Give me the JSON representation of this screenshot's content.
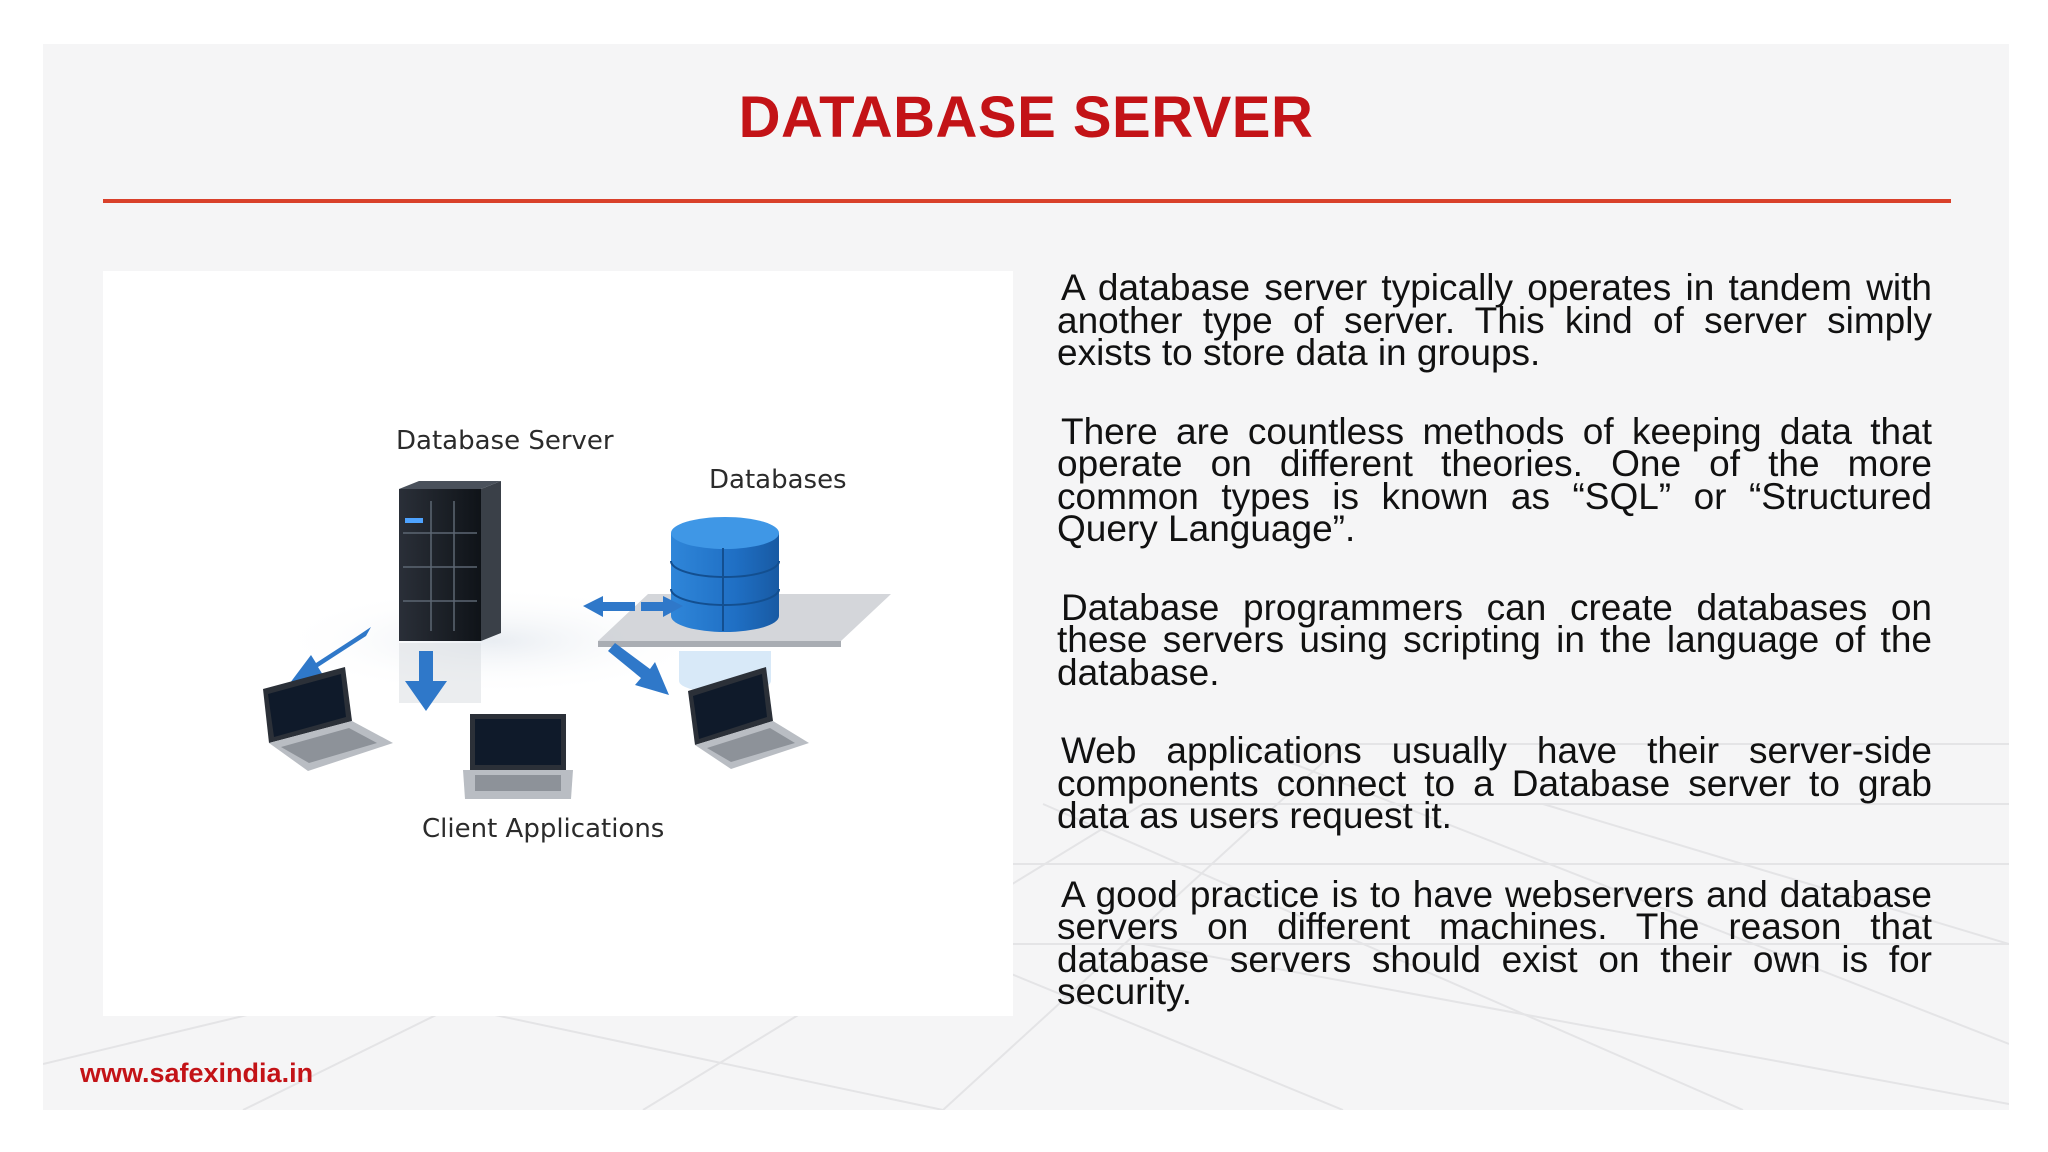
{
  "slide": {
    "title": "DATABASE SERVER",
    "footer_url": "www.safexindia.in"
  },
  "figure": {
    "server_label": "Database Server",
    "databases_label": "Databases",
    "clients_label": "Client Applications",
    "icons": [
      "server-tower-icon",
      "database-cylinder-icon",
      "laptop-icon",
      "arrow-icon"
    ]
  },
  "paragraphs": [
    "A database server typically operates in tandem with another type of server. This kind of server simply exists to store data in groups.",
    "There are countless methods of keeping data that operate on different theories. One of the more common types is known as “SQL” or “Structured Query Language”.",
    "Database programmers can create databases on these servers using scripting in the language of the database.",
    "Web applications usually have their server-side components connect to a Database server to grab data as users request it.",
    "A good practice is to have webservers and database servers on different machines. The reason that database servers should exist on their own is for security."
  ],
  "colors": {
    "title": "#c31317",
    "rule": "#d9412b",
    "footer": "#c31317",
    "arrow_blue": "#2f78c9",
    "db_blue": "#1f6fc4"
  }
}
